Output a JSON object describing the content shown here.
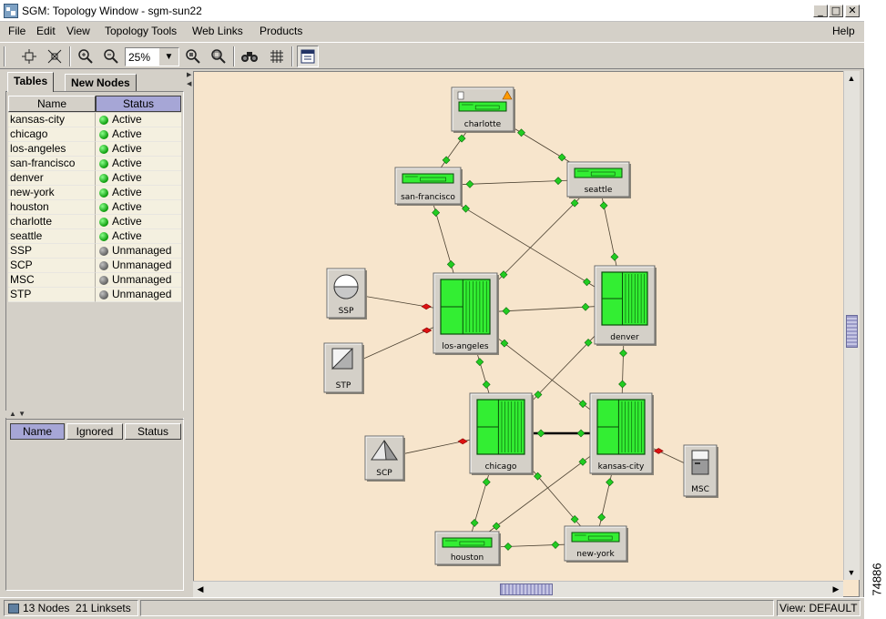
{
  "window": {
    "title": "SGM: Topology Window - sgm-sun22"
  },
  "menu": {
    "items": [
      {
        "label": "File"
      },
      {
        "label": "Edit"
      },
      {
        "label": "View"
      },
      {
        "label": "Topology Tools"
      },
      {
        "label": "Web Links"
      },
      {
        "label": "Products"
      }
    ],
    "help": "Help"
  },
  "toolbar": {
    "zoom_value": "25%",
    "icons": [
      "arrange-icon",
      "fit-icon",
      "zoom-in-icon",
      "zoom-out-icon",
      "zoom-region-in-icon",
      "zoom-region-out-icon",
      "find-icon",
      "grid-icon",
      "details-icon"
    ]
  },
  "left_panel": {
    "tabs": [
      {
        "label": "Tables"
      },
      {
        "label": "New Nodes"
      }
    ],
    "columns": [
      "Name",
      "Status"
    ],
    "rows": [
      {
        "name": "kansas-city",
        "status": "Active"
      },
      {
        "name": "chicago",
        "status": "Active"
      },
      {
        "name": "los-angeles",
        "status": "Active"
      },
      {
        "name": "san-francisco",
        "status": "Active"
      },
      {
        "name": "denver",
        "status": "Active"
      },
      {
        "name": "new-york",
        "status": "Active"
      },
      {
        "name": "houston",
        "status": "Active"
      },
      {
        "name": "charlotte",
        "status": "Active"
      },
      {
        "name": "seattle",
        "status": "Active"
      },
      {
        "name": "SSP",
        "status": "Unmanaged"
      },
      {
        "name": "SCP",
        "status": "Unmanaged"
      },
      {
        "name": "MSC",
        "status": "Unmanaged"
      },
      {
        "name": "STP",
        "status": "Unmanaged"
      }
    ],
    "bottom_columns": [
      "Name",
      "Ignored",
      "Status"
    ]
  },
  "colors": {
    "active": "#0a9a0a",
    "unmanaged": "#606060",
    "map_background": "#f7e5cc",
    "router_green": "#33ee33",
    "link_active": "#22cc22",
    "link_down": "#dd1111"
  },
  "map": {
    "nodes": [
      {
        "id": "charlotte",
        "label": "charlotte",
        "kind": "small-router",
        "alarm": true
      },
      {
        "id": "san-francisco",
        "label": "san-francisco",
        "kind": "small-router"
      },
      {
        "id": "seattle",
        "label": "seattle",
        "kind": "small-router"
      },
      {
        "id": "los-angeles",
        "label": "los-angeles",
        "kind": "big-router"
      },
      {
        "id": "denver",
        "label": "denver",
        "kind": "big-router"
      },
      {
        "id": "chicago",
        "label": "chicago",
        "kind": "big-router"
      },
      {
        "id": "kansas-city",
        "label": "kansas-city",
        "kind": "big-router"
      },
      {
        "id": "houston",
        "label": "houston",
        "kind": "small-router"
      },
      {
        "id": "new-york",
        "label": "new-york",
        "kind": "small-router"
      },
      {
        "id": "SSP",
        "label": "SSP",
        "kind": "ssp"
      },
      {
        "id": "STP",
        "label": "STP",
        "kind": "stp"
      },
      {
        "id": "SCP",
        "label": "SCP",
        "kind": "scp"
      },
      {
        "id": "MSC",
        "label": "MSC",
        "kind": "msc"
      }
    ],
    "links": [
      {
        "from": "charlotte",
        "to": "san-francisco",
        "state": "active"
      },
      {
        "from": "charlotte",
        "to": "seattle",
        "state": "active"
      },
      {
        "from": "san-francisco",
        "to": "seattle",
        "state": "active"
      },
      {
        "from": "san-francisco",
        "to": "los-angeles",
        "state": "active"
      },
      {
        "from": "san-francisco",
        "to": "denver",
        "state": "active"
      },
      {
        "from": "seattle",
        "to": "los-angeles",
        "state": "active"
      },
      {
        "from": "seattle",
        "to": "denver",
        "state": "active"
      },
      {
        "from": "los-angeles",
        "to": "denver",
        "state": "active"
      },
      {
        "from": "los-angeles",
        "to": "chicago",
        "state": "active"
      },
      {
        "from": "los-angeles",
        "to": "kansas-city",
        "state": "active"
      },
      {
        "from": "denver",
        "to": "chicago",
        "state": "active"
      },
      {
        "from": "denver",
        "to": "kansas-city",
        "state": "active"
      },
      {
        "from": "chicago",
        "to": "kansas-city",
        "state": "active",
        "bold": true
      },
      {
        "from": "chicago",
        "to": "houston",
        "state": "active"
      },
      {
        "from": "chicago",
        "to": "new-york",
        "state": "active"
      },
      {
        "from": "kansas-city",
        "to": "houston",
        "state": "active"
      },
      {
        "from": "kansas-city",
        "to": "new-york",
        "state": "active"
      },
      {
        "from": "houston",
        "to": "new-york",
        "state": "active"
      },
      {
        "from": "SSP",
        "to": "los-angeles",
        "state": "down"
      },
      {
        "from": "STP",
        "to": "los-angeles",
        "state": "down"
      },
      {
        "from": "SCP",
        "to": "chicago",
        "state": "down"
      },
      {
        "from": "MSC",
        "to": "kansas-city",
        "state": "down"
      }
    ]
  },
  "status_bar": {
    "summary": "13 Nodes  21 Linksets",
    "view": "View: DEFAULT"
  },
  "figure_number": "74886"
}
